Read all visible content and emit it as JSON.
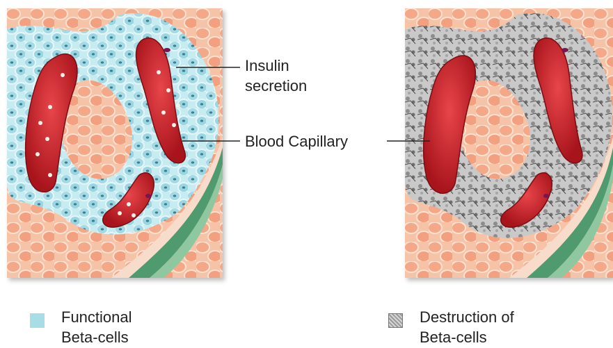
{
  "labels": {
    "insulin_line1": "Insulin",
    "insulin_line2": "secretion",
    "blood_capillary": "Blood Capillary"
  },
  "legend": {
    "functional_line1": "Functional",
    "functional_line2": "Beta-cells",
    "destruction_line1": "Destruction of",
    "destruction_line2": "Beta-cells"
  },
  "colors": {
    "beta_cell": "#a9dde6",
    "other_cell": "#f3a98a",
    "blood": "#c81e27",
    "vessel": "#4f9a6e",
    "destroyed": "#9a9a9a"
  }
}
